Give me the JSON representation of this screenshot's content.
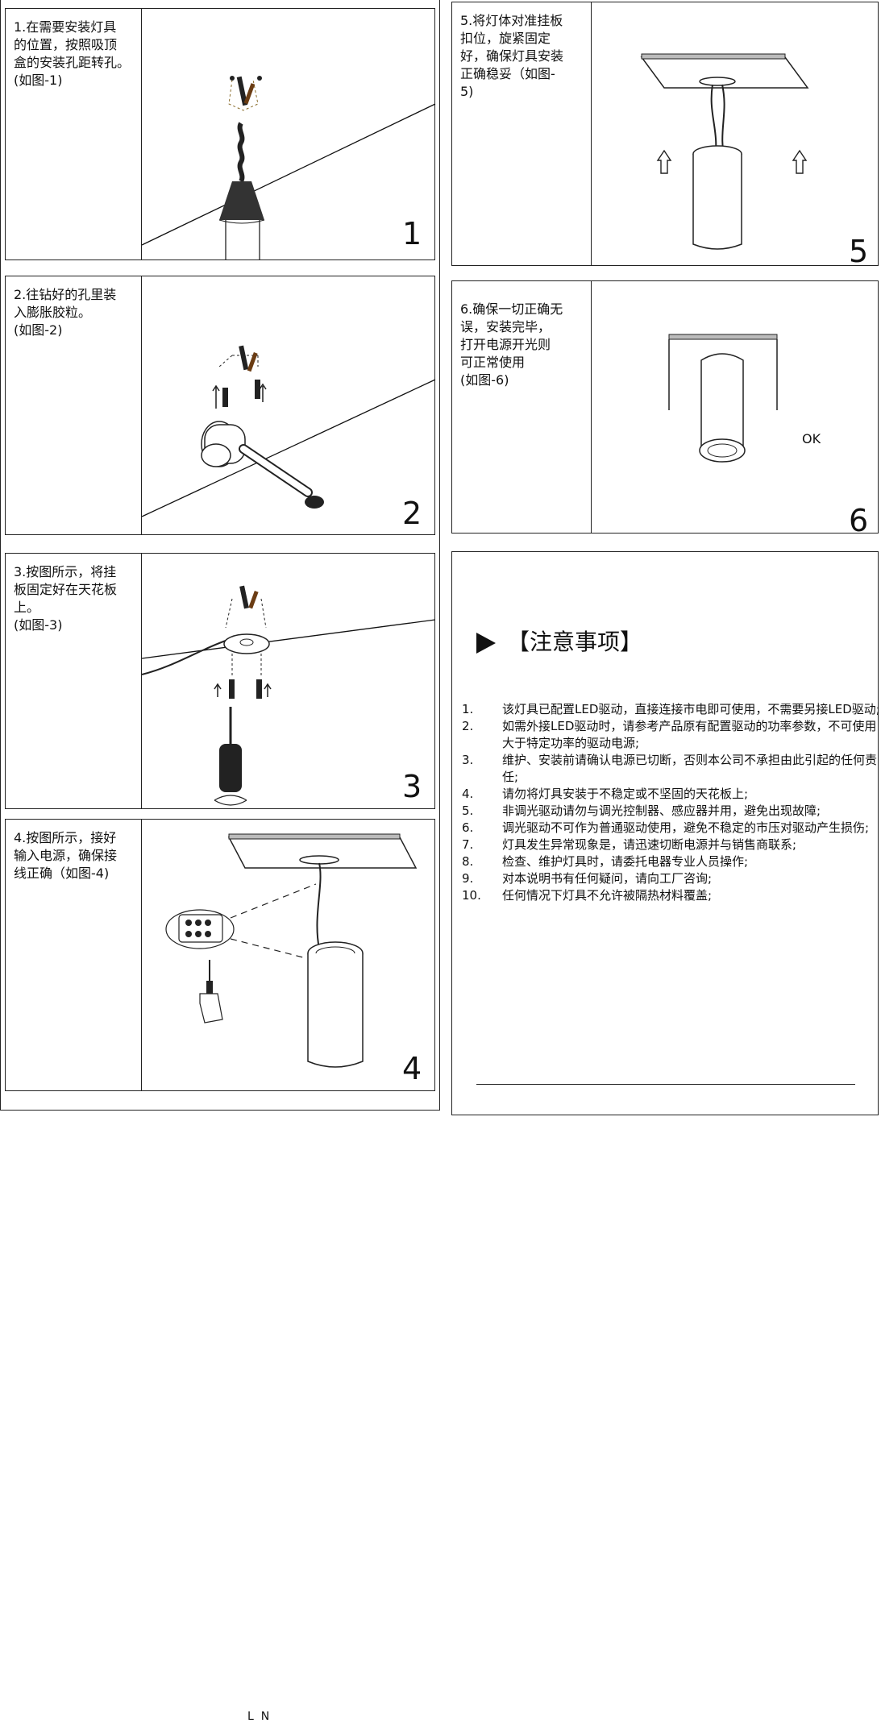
{
  "steps": [
    {
      "text": "1.在需要安装灯具\n的位置，按照吸顶\n盒的安装孔距转孔。\n(如图-1)",
      "number": "1"
    },
    {
      "text": "2.往钻好的孔里装\n入膨胀胶粒。\n(如图-2)",
      "number": "2"
    },
    {
      "text": "3.按图所示，将挂\n板固定好在天花板\n上。\n(如图-3)",
      "number": "3"
    },
    {
      "text": "4.按图所示，接好\n输入电源，确保接\n线正确（如图-4)",
      "number": "4"
    },
    {
      "text": "5.将灯体对准挂板\n扣位，旋紧固定\n好，确保灯具安装\n正确稳妥（如图-\n5)",
      "number": "5"
    },
    {
      "text": "6.确保一切正确无\n误，安装完毕，\n打开电源开光则\n可正常使用\n(如图-6)",
      "number": "6"
    }
  ],
  "wiring_labels": "L  N",
  "ok_label": "OK",
  "notes": {
    "title": "【注意事项】",
    "items": [
      {
        "n": "1.",
        "text": "该灯具已配置LED驱动，直接连接市电即可使用，不需要另接LED驱动;"
      },
      {
        "n": "2.",
        "text": "如需外接LED驱动时，请参考产品原有配置驱动的功率参数，不可使用大于特定功率的驱动电源;"
      },
      {
        "n": "3.",
        "text": "维护、安装前请确认电源已切断，否则本公司不承担由此引起的任何责任;"
      },
      {
        "n": "4.",
        "text": "请勿将灯具安装于不稳定或不坚固的天花板上;"
      },
      {
        "n": "5.",
        "text": "非调光驱动请勿与调光控制器、感应器并用，避免出现故障;"
      },
      {
        "n": "6.",
        "text": "调光驱动不可作为普通驱动使用，避免不稳定的市压对驱动产生损伤;"
      },
      {
        "n": "7.",
        "text": "灯具发生异常现象是，请迅速切断电源并与销售商联系;"
      },
      {
        "n": "8.",
        "text": "检查、维护灯具时，请委托电器专业人员操作;"
      },
      {
        "n": "9.",
        "text": "对本说明书有任何疑问，请向工厂咨询;"
      },
      {
        "n": "10.",
        "text": "任何情况下灯具不允许被隔热材料覆盖;"
      }
    ]
  }
}
